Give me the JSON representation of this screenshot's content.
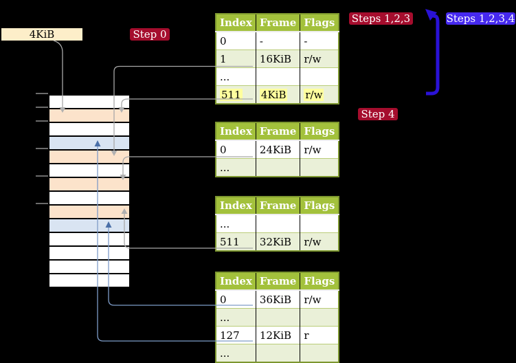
{
  "label_4kib": "4KiB",
  "badges": {
    "step0": "Step 0",
    "steps123": "Steps 1,2,3",
    "steps1234": "Steps 1,2,3,4",
    "step4": "Step 4"
  },
  "table_headers": [
    "Index",
    "Frame",
    "Flags"
  ],
  "tables": [
    {
      "rows": [
        [
          "0",
          "-",
          "-"
        ],
        [
          "1",
          "16KiB",
          "r/w"
        ],
        [
          "...",
          "",
          ""
        ],
        [
          "511",
          "4KiB",
          "r/w"
        ]
      ]
    },
    {
      "rows": [
        [
          "0",
          "24KiB",
          "r/w"
        ],
        [
          "...",
          "",
          ""
        ]
      ]
    },
    {
      "rows": [
        [
          "...",
          "",
          ""
        ],
        [
          "511",
          "32KiB",
          "r/w"
        ]
      ]
    },
    {
      "rows": [
        [
          "0",
          "36KiB",
          "r/w"
        ],
        [
          "...",
          "",
          ""
        ],
        [
          "127",
          "12KiB",
          "r"
        ],
        [
          "...",
          "",
          ""
        ]
      ]
    }
  ],
  "memory_stack": {
    "rows": [
      "white",
      "peach",
      "white",
      "blue",
      "peach",
      "white",
      "peach",
      "white",
      "peach",
      "blue",
      "white",
      "white",
      "white",
      "white"
    ]
  },
  "colors": {
    "header_green": "#a3c13c",
    "row_green": "#eaf0d8",
    "highlight_yellow": "#ffff9e",
    "page_peach": "#fce3cb",
    "page_blue": "#d9e4f2",
    "badge_crimson": "#a50d2d",
    "badge_blue": "#4629ef",
    "label_beige": "#fdeec9",
    "connector_gray": "#a8a8a8",
    "connector_blue": "#7e9cc8",
    "big_arrow_blue": "#2a12d6"
  }
}
